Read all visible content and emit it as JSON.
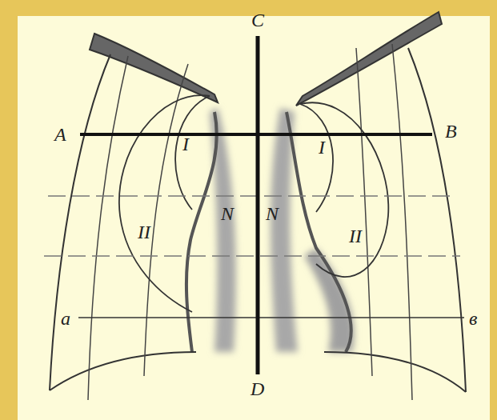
{
  "diagram": {
    "labels": [
      "C",
      "A",
      "B",
      "I",
      "I",
      "II",
      "N",
      "N",
      "II",
      "a",
      "в",
      "D"
    ]
  }
}
